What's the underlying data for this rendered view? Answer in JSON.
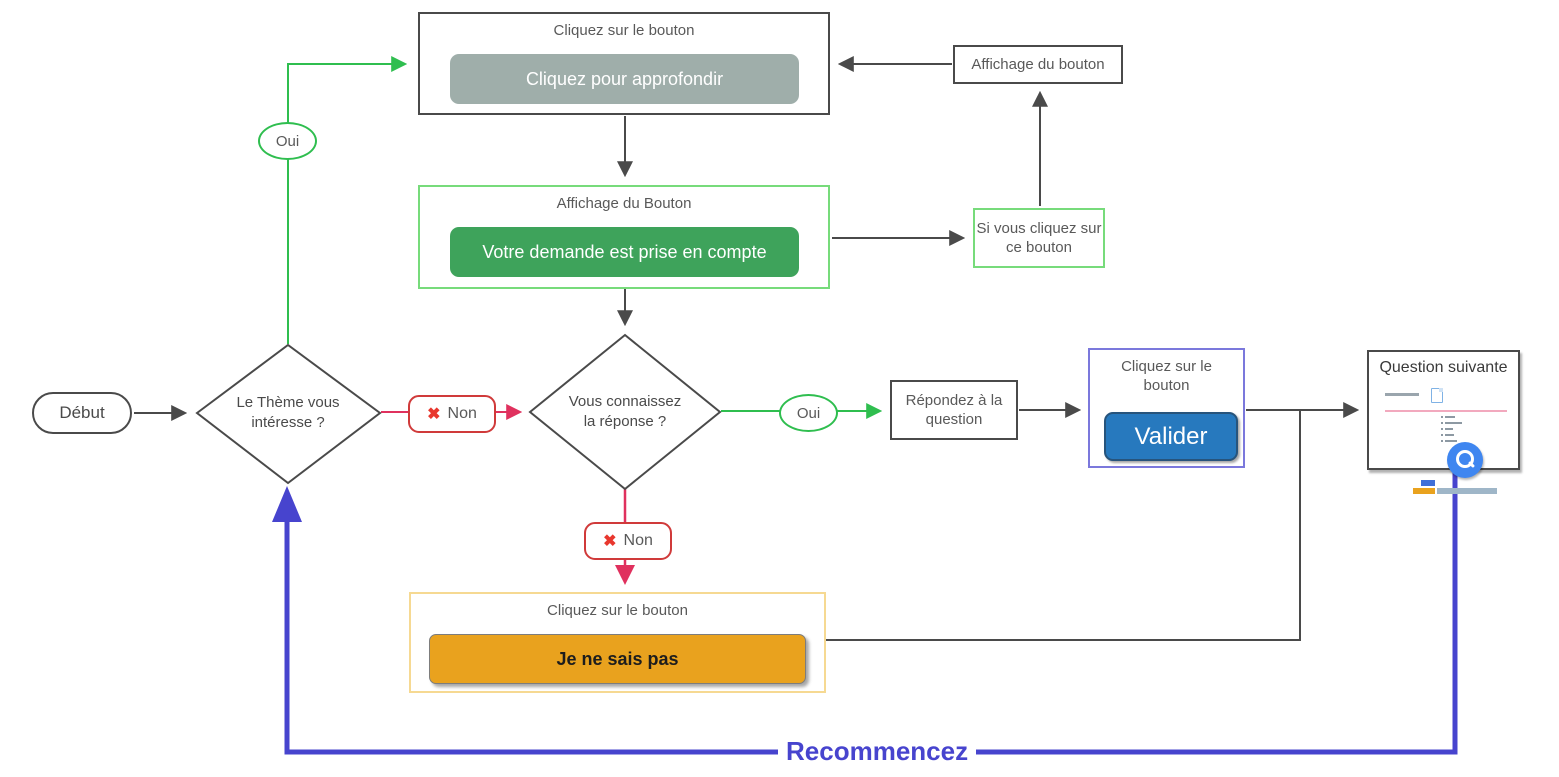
{
  "diagram_title": "Flowchart quiz interaction (French)",
  "nodes": {
    "start": {
      "label": "Début"
    },
    "decision_theme": {
      "label": "Le Thème vous intéresse ?"
    },
    "top_box": {
      "header": "Cliquez sur le bouton",
      "button_label": "Cliquez pour approfondir"
    },
    "display_button_box": {
      "label": "Affichage du bouton"
    },
    "green_box": {
      "header": "Affichage du Bouton",
      "button_label": "Votre demande est prise en compte"
    },
    "if_click_box": {
      "label": "Si vous cliquez sur ce bouton"
    },
    "decision_answer": {
      "label": "Vous connaissez la réponse ?"
    },
    "answer_box": {
      "label": "Répondez à la question"
    },
    "validate_box": {
      "header": "Cliquez sur le bouton",
      "button_label": "Valider"
    },
    "next_question_box": {
      "title": "Question suivante"
    },
    "dont_know_box": {
      "header": "Cliquez sur le bouton",
      "button_label": "Je ne sais pas"
    }
  },
  "edges": {
    "yes_top_label": "Oui",
    "no_mid_label": "Non",
    "yes_right_label": "Oui",
    "no_down_label": "Non",
    "restart_label": "Recommencez",
    "no_icon": "✖"
  },
  "colors": {
    "line_black": "#4a4a4a",
    "line_green": "#2fbe4f",
    "line_crimson": "#e0315e",
    "line_blue": "#4744ce",
    "button_gray": "#9faeaa",
    "button_green": "#3ea35b",
    "button_blue": "#2779be",
    "button_orange": "#e9a21e",
    "border_green": "#77db7b",
    "border_blue": "#7b78dc",
    "border_orange": "#f6d992",
    "badge_red": "#d03a3a"
  }
}
